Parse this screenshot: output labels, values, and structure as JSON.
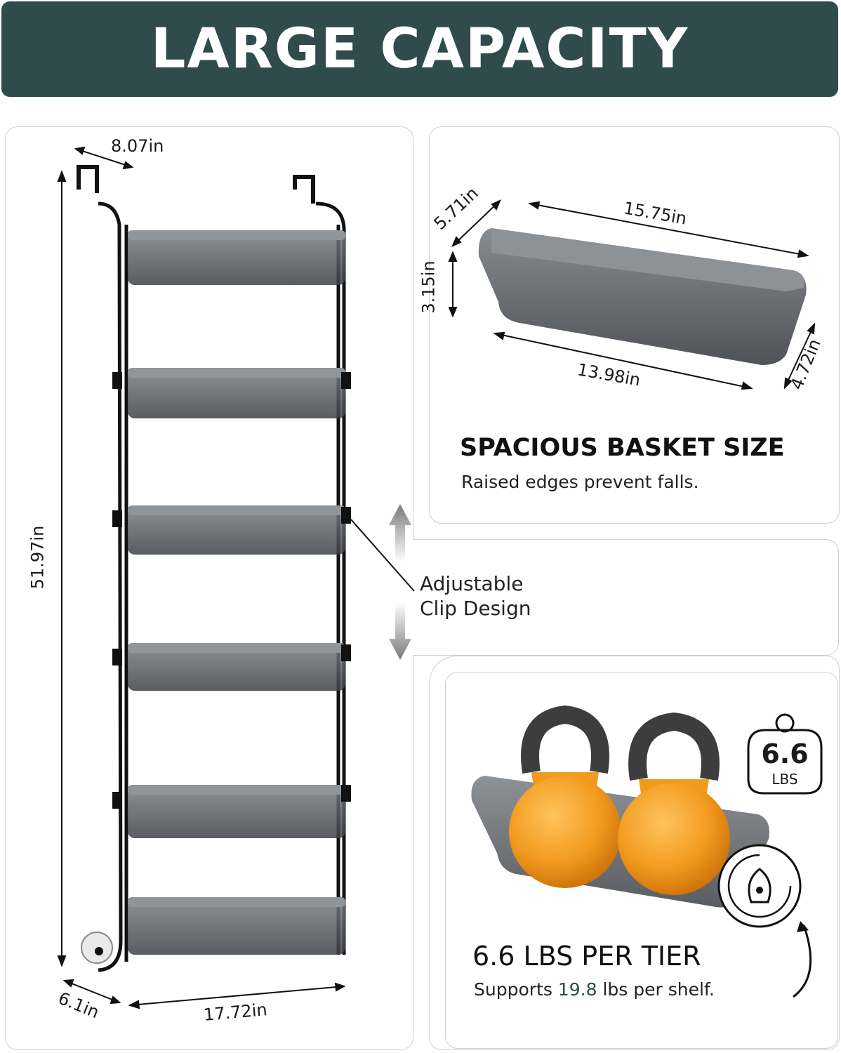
{
  "banner": {
    "title": "LARGE CAPACITY"
  },
  "rack": {
    "dims": {
      "hook_depth": "8.07in",
      "height": "51.97in",
      "depth": "6.1in",
      "width": "17.72in"
    },
    "tiers": 6
  },
  "adjustable": {
    "line1": "Adjustable",
    "line2": "Clip Design"
  },
  "basket": {
    "dims": {
      "top_length": "15.75in",
      "top_width": "5.71in",
      "height": "3.15in",
      "bottom_length": "13.98in",
      "bottom_width": "4.72in"
    },
    "heading": "SPACIOUS BASKET SIZE",
    "subtext": "Raised edges prevent falls."
  },
  "load": {
    "badge_value": "6.6",
    "badge_unit": "LBS",
    "heading": "6.6 LBS PER TIER",
    "sub_prefix": "Supports",
    "sub_value": "19.8",
    "sub_suffix": "lbs per shelf."
  },
  "colors": {
    "banner": "#2f4b4b",
    "kettlebell": "#f29a1e",
    "handle": "#3d3d3d",
    "basket": "#4a4e52"
  },
  "icons": [
    "double-arrow-icon",
    "weight-badge-icon",
    "screw-hook-icon"
  ]
}
